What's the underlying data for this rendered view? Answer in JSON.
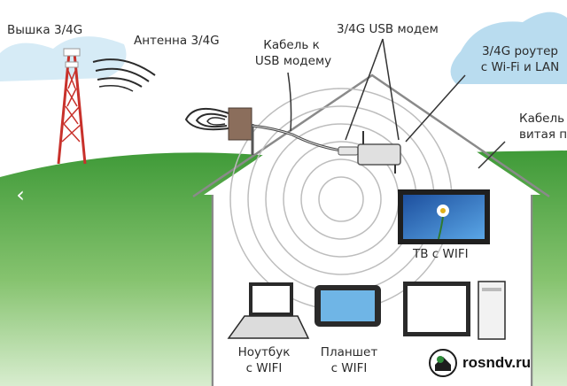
{
  "labels": {
    "tower": "Вышка 3/4G",
    "antenna": "Антенна 3/4G",
    "cable_usb_1": "Кабель к",
    "cable_usb_2": "USB модему",
    "usb_modem": "3/4G USB модем",
    "router_1": "3/4G роутер",
    "router_2": "с Wi-Fi и LAN",
    "twisted_1": "Кабель",
    "twisted_2": "витая п",
    "tv": "ТВ с WIFI",
    "laptop_1": "Ноутбук",
    "laptop_2": "с WIFI",
    "tablet_1": "Планшет",
    "tablet_2": "с WIFI"
  },
  "watermark": {
    "text": "rosndv.ru"
  },
  "colors": {
    "sky": "#ffffff",
    "cloud": "#b9dcef",
    "grass_top": "#3f9a38",
    "grass_bottom": "#cfe8c2",
    "house_outline": "#8a8a8a",
    "tower_red": "#c8312b",
    "tv_screen": "#2f6fc1",
    "device_frame": "#2f2f2f"
  },
  "icons": [
    "back-arrow-icon",
    "tower-icon",
    "antenna-icon",
    "usb-modem-icon",
    "router-icon",
    "tv-icon",
    "laptop-icon",
    "tablet-icon",
    "desktop-pc-icon",
    "house-logo-icon"
  ]
}
